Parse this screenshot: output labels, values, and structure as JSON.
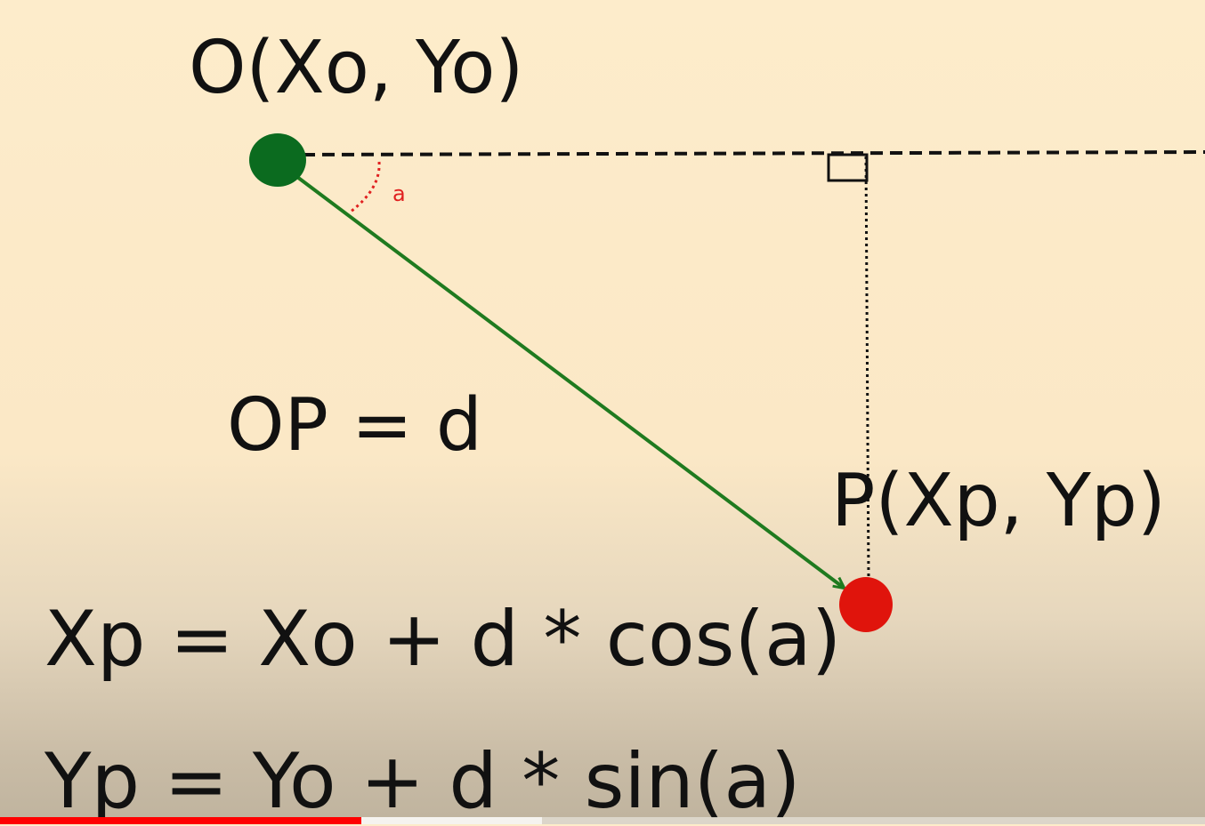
{
  "labels": {
    "origin": "O(Xo, Yo)",
    "point": "P(Xp, Yp)",
    "distance": "OP = d",
    "angle": "a",
    "formula_x": "Xp = Xo + d * cos(a)",
    "formula_y": "Yp = Yo + d * sin(a)"
  },
  "colors": {
    "background": "#fdecc9",
    "origin_dot": "#0b6b1f",
    "point_dot": "#e0140c",
    "vector_line": "#1f7a1f",
    "angle_arc": "#e02020",
    "progress_played": "#ff0000"
  },
  "video_progress": {
    "played_fraction": 0.3,
    "buffered_fraction": 0.45
  }
}
